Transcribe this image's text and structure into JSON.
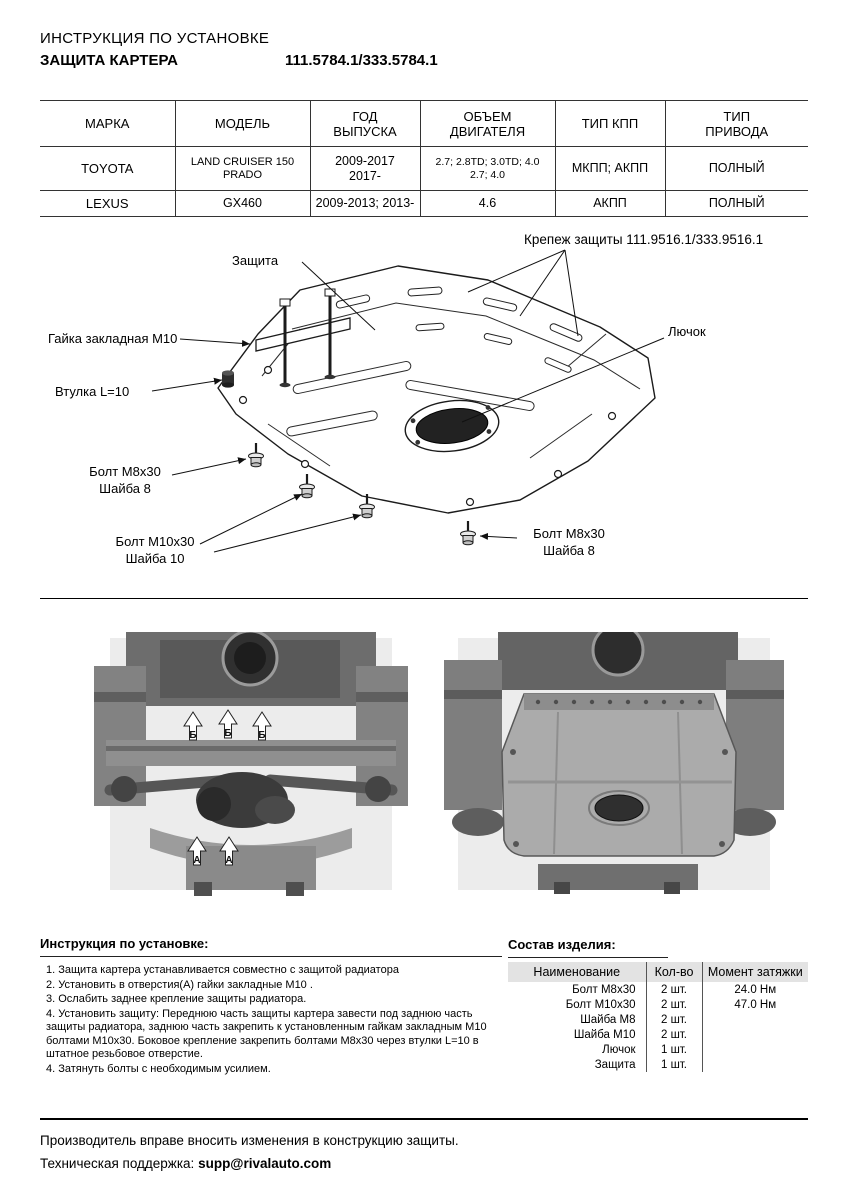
{
  "header": {
    "doc_type": "ИНСТРУКЦИЯ ПО УСТАНОВКЕ",
    "product": "ЗАЩИТА КАРТЕРА",
    "part_numbers": "111.5784.1/333.5784.1"
  },
  "spec_table": {
    "headers": [
      {
        "l1": "МАРКА",
        "l2": ""
      },
      {
        "l1": "МОДЕЛЬ",
        "l2": ""
      },
      {
        "l1": "ГОД",
        "l2": "ВЫПУСКА"
      },
      {
        "l1": "ОБЪЕМ",
        "l2": "ДВИГАТЕЛЯ"
      },
      {
        "l1": "ТИП КПП",
        "l2": ""
      },
      {
        "l1": "ТИП",
        "l2": "ПРИВОДА"
      }
    ],
    "rows": [
      {
        "brand": "TOYOTA",
        "model_l1": "LAND CRUISER 150",
        "model_l2": "PRADO",
        "year_l1": "2009-2017",
        "year_l2": "2017-",
        "engine_l1": "2.7; 2.8TD; 3.0TD; 4.0",
        "engine_l2": "2.7; 4.0",
        "gearbox": "МКПП; АКПП",
        "drive": "ПОЛНЫЙ"
      },
      {
        "brand": "LEXUS",
        "model_l1": "GX460",
        "model_l2": "",
        "year_l1": "2009-2013; 2013-",
        "year_l2": "",
        "engine_l1": "4.6",
        "engine_l2": "",
        "gearbox": "АКПП",
        "drive": "ПОЛНЫЙ"
      }
    ]
  },
  "diagram": {
    "label_fasteners": "Крепеж защиты 111.9516.1/333.9516.1",
    "label_protection": "Защита",
    "label_rivet_nut": "Гайка закладная М10",
    "label_hatch": "Лючок",
    "label_bushing": "Втулка L=10",
    "label_bolt_m8_left_l1": "Болт М8х30",
    "label_bolt_m8_left_l2": "Шайба 8",
    "label_bolt_m10_l1": "Болт М10х30",
    "label_bolt_m10_l2": "Шайба 10",
    "label_bolt_m8_right_l1": "Болт М8х30",
    "label_bolt_m8_right_l2": "Шайба 8"
  },
  "photos": {
    "arrow_b": "Б",
    "arrow_a": "А"
  },
  "instructions": {
    "title": "Инструкция по установке:",
    "items": [
      "1. Защита картера устанавливается совместно с защитой радиатора",
      "2. Установить в отверстия(А) гайки закладные М10 .",
      "3. Ослабить заднее крепление защиты радиатора.",
      "4. Установить защиту: Переднюю часть защиты картера завести под заднюю часть защиты радиатора, заднюю часть закрепить к установленным гайкам закладным М10 болтами М10х30. Боковое крепление закрепить болтами М8х30 через втулки L=10 в штатное резьбовое отверстие.",
      "4. Затянуть болты с необходимым усилием."
    ]
  },
  "composition": {
    "title": "Состав изделия:",
    "headers": [
      "Наименование",
      "Кол-во",
      "Момент затяжки"
    ],
    "rows": [
      {
        "name": "Болт М8х30",
        "qty": "2 шт.",
        "torque": "24.0 Нм"
      },
      {
        "name": "Болт М10х30",
        "qty": "2 шт.",
        "torque": "47.0 Нм"
      },
      {
        "name": "Шайба М8",
        "qty": "2 шт.",
        "torque": ""
      },
      {
        "name": "Шайба М10",
        "qty": "2 шт.",
        "torque": ""
      },
      {
        "name": "Лючок",
        "qty": "1 шт.",
        "torque": ""
      },
      {
        "name": "Защита",
        "qty": "1 шт.",
        "torque": ""
      }
    ]
  },
  "footer": {
    "line1": "Производитель вправе вносить изменения в конструкцию защиты.",
    "support_label": "Техническая поддержка:",
    "support_email": "supp@rivalauto.com"
  }
}
